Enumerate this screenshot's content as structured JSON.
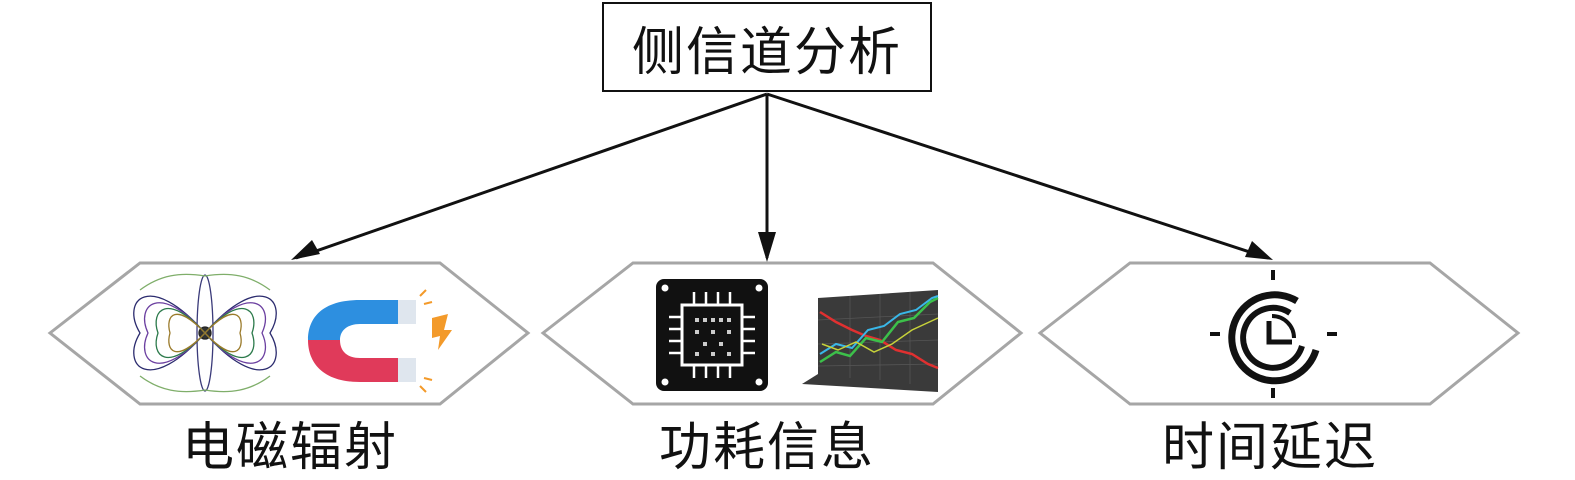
{
  "root": {
    "label": "侧信道分析"
  },
  "categories": [
    {
      "label": "电磁辐射",
      "icons": [
        "magnetic-field-lines-icon",
        "horseshoe-magnet-icon"
      ]
    },
    {
      "label": "功耗信息",
      "icons": [
        "cpu-chip-icon",
        "power-trace-chart-icon"
      ]
    },
    {
      "label": "时间延迟",
      "icons": [
        "timer-clock-icon"
      ]
    }
  ],
  "colors": {
    "line": "#111111",
    "hexagon_stroke": "#a6a6a6",
    "magnet_blue": "#2d8fe0",
    "magnet_red": "#e03a5a",
    "spark_orange": "#f39a2a"
  }
}
